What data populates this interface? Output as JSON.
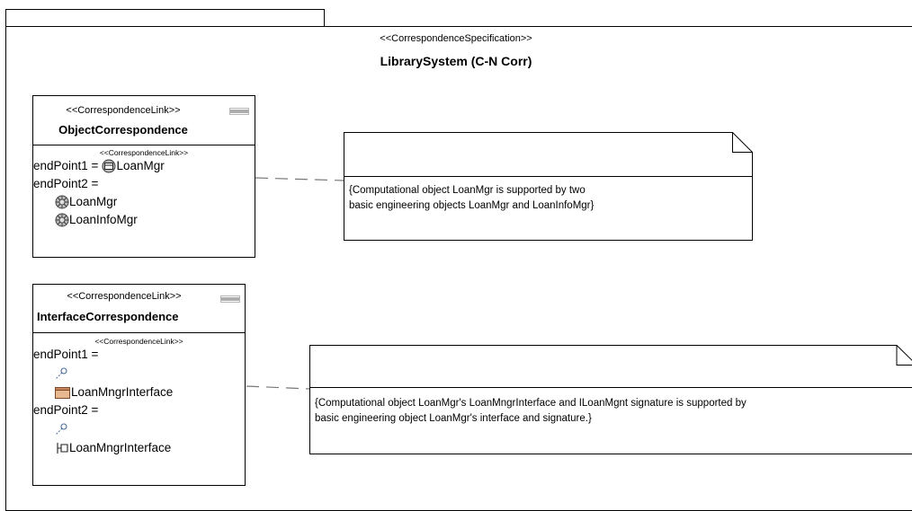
{
  "package": {
    "stereotype": "<<CorrespondenceSpecification>>",
    "title": "LibrarySystem (C-N Corr)"
  },
  "object_link": {
    "stereotype": "<<CorrespondenceLink>>",
    "name": "ObjectCorrespondence",
    "sub_stereotype": "<<CorrespondenceLink>>",
    "endpoint1_label": "endPoint1 =",
    "endpoint1_value": "LoanMgr",
    "endpoint2_label": "endPoint2 =",
    "endpoint2_values": [
      "LoanMgr",
      "LoanInfoMgr"
    ]
  },
  "interface_link": {
    "stereotype": "<<CorrespondenceLink>>",
    "name": "InterfaceCorrespondence",
    "sub_stereotype": "<<CorrespondenceLink>>",
    "endpoint1_label": "endPoint1 =",
    "endpoint1_value": "LoanMngrInterface",
    "endpoint2_label": "endPoint2 =",
    "endpoint2_value": "LoanMngrInterface"
  },
  "note1": {
    "line1": "{Computational object LoanMgr is supported by two",
    "line2": "basic engineering objects LoanMgr and LoanInfoMgr}"
  },
  "note2": {
    "line1": "{Computational object LoanMgr's LoanMngrInterface and ILoanMgnt signature is supported by",
    "line2": "basic engineering object LoanMgr's interface and signature.}"
  },
  "icons": {
    "computational_object": "computational-object-icon",
    "engineering_object": "engineering-object-icon",
    "interface": "interface-icon",
    "port": "port-icon",
    "attribute_compartment": "attribute-compartment-icon"
  }
}
